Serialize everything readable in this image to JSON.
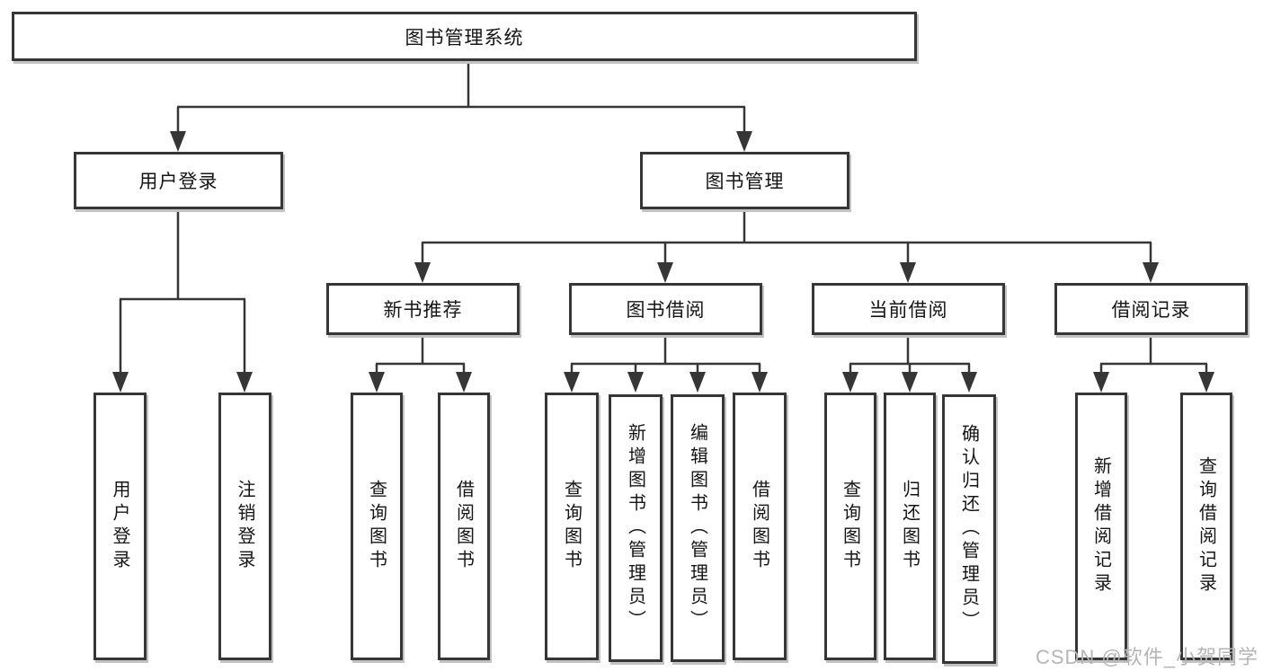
{
  "watermark": {
    "text": "CSDN @软件_小贺同学"
  },
  "colors": {
    "line": "#363636",
    "box_border": "#363636",
    "text": "#151515",
    "box_shadow": "#c2c2c2",
    "watermark": "#b5b5b5",
    "background": "#ffffff"
  },
  "tree": {
    "label": "图书管理系统",
    "children": [
      {
        "label": "用户登录",
        "children": [
          {
            "label": "用户登录"
          },
          {
            "label": "注销登录"
          }
        ]
      },
      {
        "label": "图书管理",
        "children": [
          {
            "label": "新书推荐",
            "children": [
              {
                "label": "查询图书"
              },
              {
                "label": "借阅图书"
              }
            ]
          },
          {
            "label": "图书借阅",
            "children": [
              {
                "label": "查询图书"
              },
              {
                "label": "新增图书（管理员）"
              },
              {
                "label": "编辑图书（管理员）"
              },
              {
                "label": "借阅图书"
              }
            ]
          },
          {
            "label": "当前借阅",
            "children": [
              {
                "label": "查询图书"
              },
              {
                "label": "归还图书"
              },
              {
                "label": "确认归还（管理员）"
              }
            ]
          },
          {
            "label": "借阅记录",
            "children": [
              {
                "label": "新增借阅记录"
              },
              {
                "label": "查询借阅记录"
              }
            ]
          }
        ]
      }
    ]
  }
}
